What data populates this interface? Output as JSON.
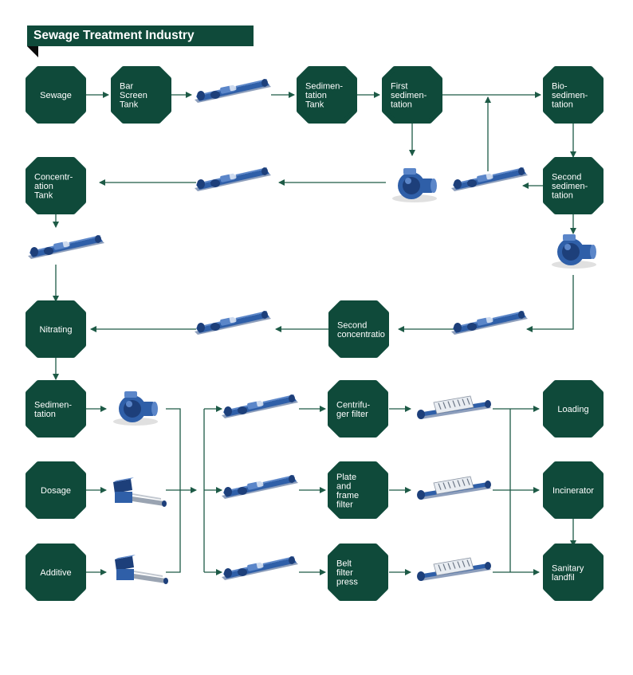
{
  "title": "Sewage Treatment Industry",
  "colors": {
    "node_fill": "#0f4a3a",
    "arrow": "#1d5a46",
    "pump_blue": "#2f5fa8",
    "pump_dark": "#1d3f7a",
    "pump_light": "#5b86c9"
  },
  "nodes": [
    {
      "id": "sewage",
      "lines": [
        "Sewage"
      ]
    },
    {
      "id": "bar-screen-tank",
      "lines": [
        "Bar",
        "Screen",
        "Tank"
      ]
    },
    {
      "id": "sedimentation-tank",
      "lines": [
        "Sedimen-",
        "tation",
        "Tank"
      ]
    },
    {
      "id": "first-sedimentation",
      "lines": [
        "First",
        "sedimen-",
        "tation"
      ]
    },
    {
      "id": "bio-sedimentation",
      "lines": [
        "Bio-",
        "sedimen-",
        "tation"
      ]
    },
    {
      "id": "second-sedimentation",
      "lines": [
        "Second",
        "sedimen-",
        "tation"
      ]
    },
    {
      "id": "concentration-tank",
      "lines": [
        "Concentr-",
        "ation",
        "Tank"
      ]
    },
    {
      "id": "nitrating",
      "lines": [
        "Nitrating"
      ]
    },
    {
      "id": "second-concentration",
      "lines": [
        "Second",
        "concentratio"
      ]
    },
    {
      "id": "sedimentation",
      "lines": [
        "Sedimen-",
        "tation"
      ]
    },
    {
      "id": "dosage",
      "lines": [
        "Dosage"
      ]
    },
    {
      "id": "additive",
      "lines": [
        "Additive"
      ]
    },
    {
      "id": "centrifuger-filter",
      "lines": [
        "Centrifu-",
        "ger filter"
      ]
    },
    {
      "id": "plate-frame-filter",
      "lines": [
        "Plate",
        "and",
        "frame",
        "filter"
      ]
    },
    {
      "id": "belt-filter-press",
      "lines": [
        "Belt",
        "filter",
        "press"
      ]
    },
    {
      "id": "loading",
      "lines": [
        "Loading"
      ]
    },
    {
      "id": "incinerator",
      "lines": [
        "Incinerator"
      ]
    },
    {
      "id": "sanitary-landfill",
      "lines": [
        "Sanitary",
        "landfil"
      ]
    }
  ],
  "equipment": [
    {
      "id": "screw-pump-1",
      "kind": "screw-pump"
    },
    {
      "id": "screw-pump-2",
      "kind": "screw-pump"
    },
    {
      "id": "centrifugal-pump-1",
      "kind": "centrifugal-pump"
    },
    {
      "id": "screw-pump-3",
      "kind": "screw-pump"
    },
    {
      "id": "screw-pump-4",
      "kind": "screw-pump"
    },
    {
      "id": "centrifugal-pump-2",
      "kind": "centrifugal-pump"
    },
    {
      "id": "screw-pump-5",
      "kind": "screw-pump"
    },
    {
      "id": "screw-pump-6",
      "kind": "screw-pump"
    },
    {
      "id": "centrifugal-pump-3",
      "kind": "centrifugal-pump"
    },
    {
      "id": "dosing-pump-1",
      "kind": "dosing-pump"
    },
    {
      "id": "dosing-pump-2",
      "kind": "dosing-pump"
    },
    {
      "id": "screw-pump-7",
      "kind": "screw-pump"
    },
    {
      "id": "screw-pump-8",
      "kind": "screw-pump"
    },
    {
      "id": "screw-pump-9",
      "kind": "screw-pump"
    },
    {
      "id": "hopper-pump-1",
      "kind": "hopper-screw-pump"
    },
    {
      "id": "hopper-pump-2",
      "kind": "hopper-screw-pump"
    },
    {
      "id": "hopper-pump-3",
      "kind": "hopper-screw-pump"
    }
  ]
}
